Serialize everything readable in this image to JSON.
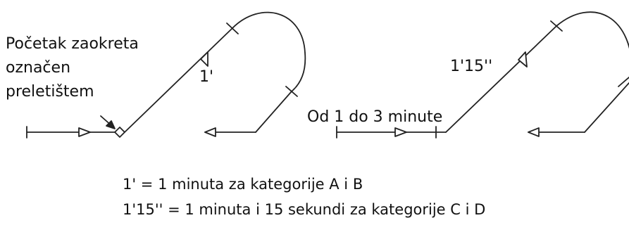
{
  "labels": {
    "left_note_line1": "Početak zaokreta",
    "left_note_line2": "označen",
    "left_note_line3": "preletištem",
    "left_time": "1'",
    "right_time": "1'15''",
    "right_note": "Od 1 do 3 minute"
  },
  "legend": {
    "line1": "1' = 1 minuta za kategorije A i B",
    "line2": "1'15'' = 1 minuta i 15 sekundi za kategorije C i D"
  },
  "colors": {
    "stroke": "#222222",
    "background": "#ffffff"
  }
}
